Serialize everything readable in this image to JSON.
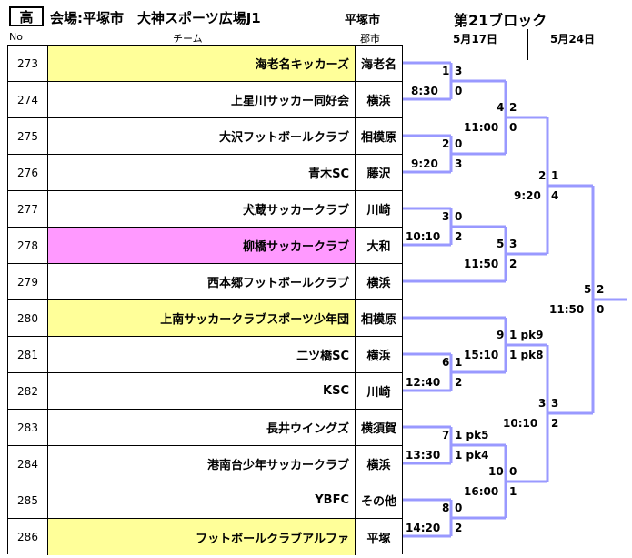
{
  "header": {
    "badge": "高",
    "venue": "会場:平塚市　大神スポーツ広場J1",
    "city": "平塚市",
    "block": "第21ブロック",
    "date1": "5月17日",
    "date_sep": "|",
    "date2": "5月24日",
    "col_no": "No",
    "col_team": "チーム",
    "col_city": "郡市"
  },
  "colors": {
    "yellow": "#ffff99",
    "pink": "#ff99ff",
    "white": "#ffffff",
    "bracket": "#9999ff"
  },
  "teams": [
    {
      "no": "273",
      "name": "海老名キッカーズ",
      "city": "海老名",
      "bg": "yellow"
    },
    {
      "no": "274",
      "name": "上星川サッカー同好会",
      "city": "横浜",
      "bg": "white"
    },
    {
      "no": "275",
      "name": "大沢フットボールクラブ",
      "city": "相模原",
      "bg": "white"
    },
    {
      "no": "276",
      "name": "青木SC",
      "city": "藤沢",
      "bg": "white"
    },
    {
      "no": "277",
      "name": "犬蔵サッカークラブ",
      "city": "川崎",
      "bg": "white"
    },
    {
      "no": "278",
      "name": "柳橋サッカークラブ",
      "city": "大和",
      "bg": "pink"
    },
    {
      "no": "279",
      "name": "西本郷フットボールクラブ",
      "city": "横浜",
      "bg": "white"
    },
    {
      "no": "280",
      "name": "上南サッカークラブスポーツ少年団",
      "city": "相模原",
      "bg": "yellow"
    },
    {
      "no": "281",
      "name": "二ツ橋SC",
      "city": "横浜",
      "bg": "white"
    },
    {
      "no": "282",
      "name": "KSC",
      "city": "川崎",
      "bg": "white"
    },
    {
      "no": "283",
      "name": "長井ウイングズ",
      "city": "横須賀",
      "bg": "white"
    },
    {
      "no": "284",
      "name": "港南台少年サッカークラブ",
      "city": "横浜",
      "bg": "white"
    },
    {
      "no": "285",
      "name": "YBFC",
      "city": "その他",
      "bg": "white"
    },
    {
      "no": "286",
      "name": "フットボールクラブアルファ",
      "city": "平塚",
      "bg": "yellow"
    }
  ],
  "matches": [
    {
      "id": "r1-a",
      "time": "8:30",
      "top_score": "1",
      "top_right": "3",
      "bottom_right": "0"
    },
    {
      "id": "r1-b",
      "time": "9:20",
      "top_score": "2",
      "top_right": "0",
      "bottom_right": "3"
    },
    {
      "id": "r1-c",
      "time": "10:10",
      "top_score": "3",
      "top_right": "0",
      "bottom_right": "2"
    },
    {
      "id": "r1-d",
      "time": "12:40",
      "top_score": "6",
      "top_right": "1",
      "bottom_right": "2"
    },
    {
      "id": "r1-e",
      "time": "13:30",
      "top_score": "7",
      "top_right": "1 pk5",
      "bottom_right": "1 pk4"
    },
    {
      "id": "r1-f",
      "time": "14:20",
      "top_score": "8",
      "top_right": "0",
      "bottom_right": "2"
    },
    {
      "id": "r2-a",
      "time": "11:00",
      "top_score": "4",
      "top_right": "2",
      "bottom_right": "0"
    },
    {
      "id": "r2-b",
      "time": "11:50",
      "top_score": "5",
      "top_right": "3",
      "bottom_right": "2"
    },
    {
      "id": "r2-c",
      "time": "15:10",
      "top_score": "9",
      "top_right": "1 pk9",
      "bottom_right": "1 pk8"
    },
    {
      "id": "r2-d",
      "time": "16:00",
      "top_score": "10",
      "top_right": "0",
      "bottom_right": "1"
    },
    {
      "id": "r3-a",
      "time": "9:20",
      "top_score": "2",
      "top_right": "1",
      "bottom_right": "4"
    },
    {
      "id": "r3-b",
      "time": "10:10",
      "top_score": "3",
      "top_right": "3",
      "bottom_right": "2"
    },
    {
      "id": "final",
      "time": "11:50",
      "top_score": "5",
      "top_right": "2",
      "bottom_right": "0"
    }
  ]
}
